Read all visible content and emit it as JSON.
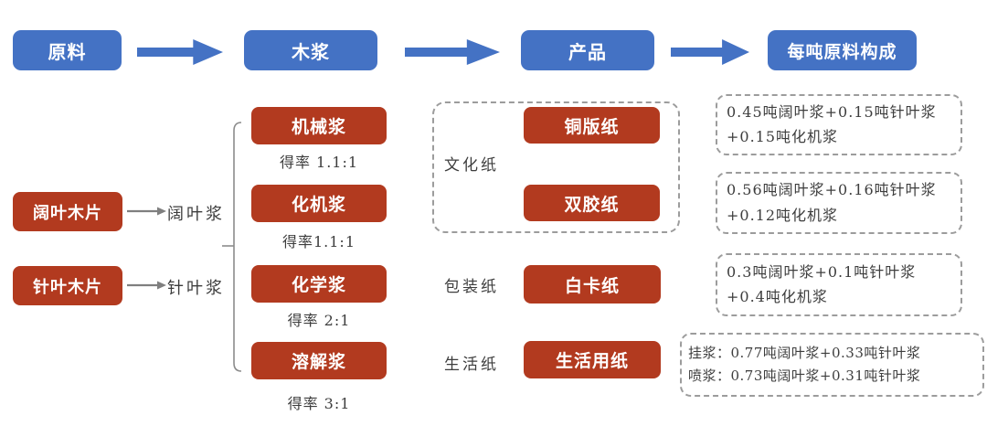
{
  "colors": {
    "blue": "#4472C4",
    "red": "#B23A1F",
    "text_dark": "#3d3d3d",
    "dash_gray": "#9c9c9c",
    "arrow_gray": "#7f7f7f"
  },
  "header": {
    "stages": [
      "原料",
      "木浆",
      "产品",
      "每吨原料构成"
    ]
  },
  "raw_materials": [
    {
      "name": "阔叶木片",
      "pulp": "阔叶浆"
    },
    {
      "name": "针叶木片",
      "pulp": "针叶浆"
    }
  ],
  "pulps": [
    {
      "name": "机械浆",
      "yield": "得率 1.1:1"
    },
    {
      "name": "化机浆",
      "yield": "得率1.1:1"
    },
    {
      "name": "化学浆",
      "yield": "得率 2:1"
    },
    {
      "name": "溶解浆",
      "yield": "得率 3:1"
    }
  ],
  "products": {
    "culture": {
      "category": "文化纸",
      "items": [
        "铜版纸",
        "双胶纸"
      ]
    },
    "packaging": {
      "category": "包装纸",
      "item": "白卡纸"
    },
    "household": {
      "category": "生活纸",
      "item": "生活用纸"
    }
  },
  "compositions": [
    {
      "lines": [
        "0.45吨阔叶浆+0.15吨针叶浆",
        "+0.15吨化机浆"
      ]
    },
    {
      "lines": [
        "0.56吨阔叶浆+0.16吨针叶浆",
        "+0.12吨化机浆"
      ]
    },
    {
      "lines": [
        "0.3吨阔叶浆+0.1吨针叶浆",
        "+0.4吨化机浆"
      ]
    },
    {
      "lines": [
        "挂浆：0.77吨阔叶浆+0.33吨针叶浆",
        "喷浆：0.73吨阔叶浆+0.31吨针叶浆"
      ]
    }
  ]
}
